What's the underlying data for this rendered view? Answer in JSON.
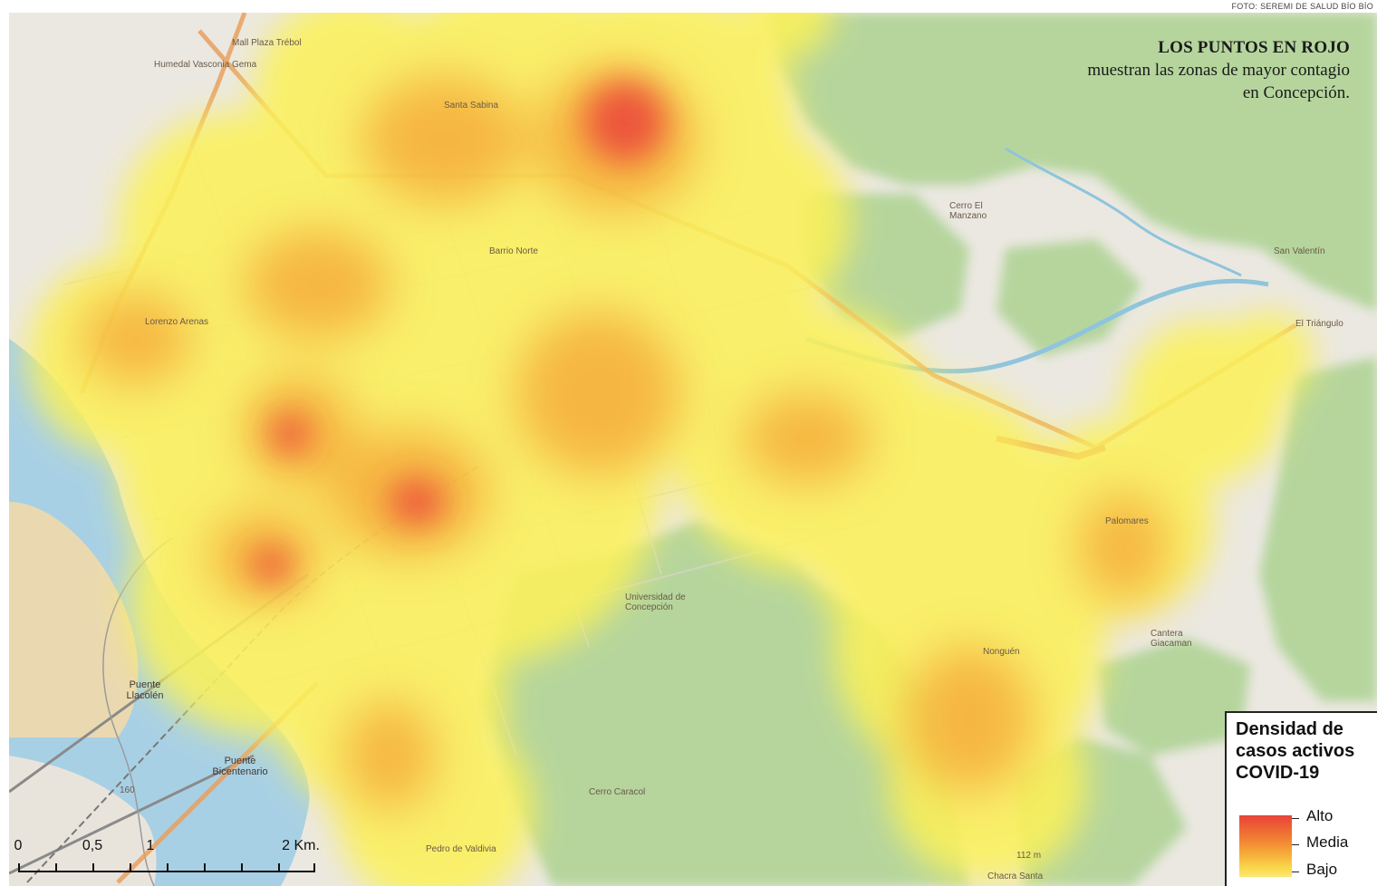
{
  "credit": "FOTO: SEREMI DE SALUD BÍO BÍO",
  "caption": {
    "headline": "LOS PUNTOS EN ROJO",
    "body": "muestran las zonas de mayor contagio en Concepción."
  },
  "legend": {
    "title": "Densidad de\ncasos activos\nCOVID-19",
    "levels": [
      "Alto",
      "Media",
      "Bajo"
    ],
    "colors": {
      "alto": "#e8433a",
      "media": "#f6a738",
      "bajo": "#fbe872"
    }
  },
  "scale_bar": {
    "labels": [
      "0",
      "0,5",
      "1",
      "2 Km."
    ]
  },
  "places": {
    "mall": "Mall Plaza Trébol",
    "humedal": "Humedal Vasconia Gema",
    "santa_sabina": "Santa Sabina",
    "barrio_norte": "Barrio Norte",
    "lorenzo_arenas": "Lorenzo Arenas",
    "cerro_manzano": "Cerro El Manzano",
    "san_valentin": "San Valentín",
    "el_triangulo": "El Triángulo",
    "puente_llacolen": "Puente Llacolén",
    "puente_bicentenario": "Puente Bicentenario",
    "universidad": "Universidad de Concepción",
    "cerro_caracol": "Cerro Caracol",
    "nonguen": "Nonguén",
    "palomares": "Palomares",
    "cantera": "Cantera Giacaman",
    "pedro_valdivia": "Pedro de Valdivia",
    "chacra_santa": "Chacra Santa",
    "road_160": "160",
    "elev_112": "112 m"
  },
  "map_colors": {
    "water": "#a9d1e6",
    "forest": "#b3d39a",
    "urban": "#e8e4dc",
    "heat_low": "#fbf15a",
    "heat_mid": "#f5a436",
    "heat_high": "#ea3c3a"
  }
}
